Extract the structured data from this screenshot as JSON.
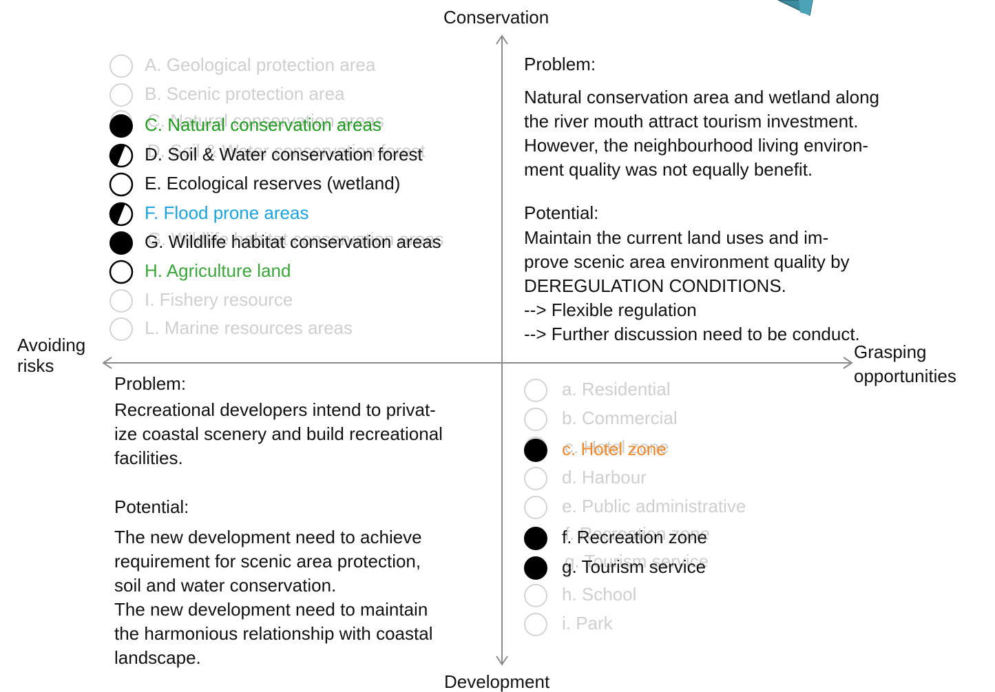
{
  "axes": {
    "top": "Conservation",
    "bottom": "Development",
    "left": [
      "Avoiding",
      "risks"
    ],
    "right": [
      "Grasping",
      "opportunities"
    ]
  },
  "conservation_zones": [
    {
      "label": "A. Geological protection area",
      "state": "faded",
      "color": "#cfcfcf"
    },
    {
      "label": "B. Scenic protection area",
      "state": "faded",
      "color": "#cfcfcf"
    },
    {
      "label": "C. Natural conservation areas",
      "state": "filled",
      "color": "#1f9a1f"
    },
    {
      "label": "D. Soil & Water conservation forest",
      "state": "half",
      "color": "#111111"
    },
    {
      "label": "E. Ecological reserves (wetland)",
      "state": "empty",
      "color": "#111111"
    },
    {
      "label": "F.  Flood prone areas",
      "state": "half",
      "color": "#1aa3dc"
    },
    {
      "label": "G. Wildlife habitat conservation areas",
      "state": "filled",
      "color": "#111111"
    },
    {
      "label": "H. Agriculture land",
      "state": "empty",
      "color": "#3aa63a"
    },
    {
      "label": "I.  Fishery resource",
      "state": "faded",
      "color": "#cfcfcf"
    },
    {
      "label": "L. Marine resources areas",
      "state": "faded",
      "color": "#cfcfcf"
    }
  ],
  "development_zones": [
    {
      "label": "a. Residential",
      "state": "faded",
      "color": "#cfcfcf"
    },
    {
      "label": "b. Commercial",
      "state": "faded",
      "color": "#cfcfcf"
    },
    {
      "label": "c. Hotel zone",
      "state": "filled",
      "color": "#ef8a2a"
    },
    {
      "label": "d. Harbour",
      "state": "faded",
      "color": "#cfcfcf"
    },
    {
      "label": "e. Public administrative",
      "state": "faded",
      "color": "#cfcfcf"
    },
    {
      "label": "f.  Recreation zone",
      "state": "filled",
      "color": "#111111"
    },
    {
      "label": "g. Tourism service",
      "state": "filled",
      "color": "#111111"
    },
    {
      "label": "h. School",
      "state": "faded",
      "color": "#cfcfcf"
    },
    {
      "label": "i.  Park",
      "state": "faded",
      "color": "#cfcfcf"
    }
  ],
  "upper_right": {
    "problem_heading": "Problem:",
    "problem_lines": [
      "Natural conservation area and wetland along",
      "the river mouth attract tourism investment.",
      "However, the neighbourhood living environ-",
      "ment quality was not equally benefit."
    ],
    "potential_heading": "Potential:",
    "potential_lines": [
      "Maintain the current land uses and im-",
      "prove scenic area environment quality by",
      "DEREGULATION CONDITIONS.",
      "--> Flexible regulation",
      "--> Further discussion need to be conduct."
    ]
  },
  "lower_left": {
    "problem_heading": "Problem:",
    "problem_lines": [
      "Recreational developers intend to privat-",
      "ize coastal scenery and build recreational",
      "facilities."
    ],
    "potential_heading": "Potential:",
    "potential_lines": [
      "The new development need to achieve",
      "requirement for scenic area protection,",
      "soil and water conservation.",
      "The new development need to maintain",
      "the harmonious relationship with coastal",
      "landscape."
    ]
  },
  "ghost_overlaps": {
    "c_left": "C. Natural conservation areas",
    "d_left": "D. Soil & Water conservation forest",
    "g_left": "G. Wildlife habitat conservation areas",
    "c_right": "c. Hotel zone",
    "f_right": "f. Recreation zone",
    "g_right": "g. Tourism service"
  },
  "colors": {
    "axis": "#8a8a8a",
    "green": "#1f9a1f",
    "cyan": "#1aa3dc",
    "orange": "#ef8a2a",
    "corner_shape": "#3c8a9e"
  }
}
